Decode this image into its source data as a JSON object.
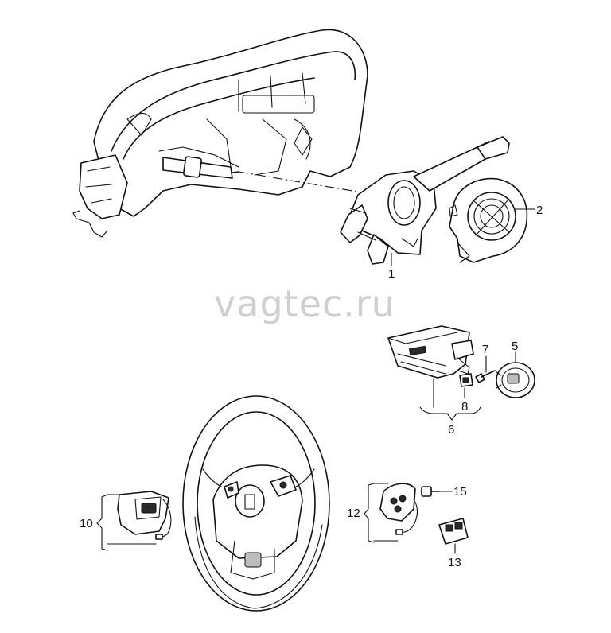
{
  "watermark": "vagtec.ru",
  "callouts": {
    "p1": "1",
    "p2": "2",
    "p5": "5",
    "p6": "6",
    "p7": "7",
    "p8": "8",
    "p10": "10",
    "p12": "12",
    "p13": "13",
    "p15": "15"
  }
}
